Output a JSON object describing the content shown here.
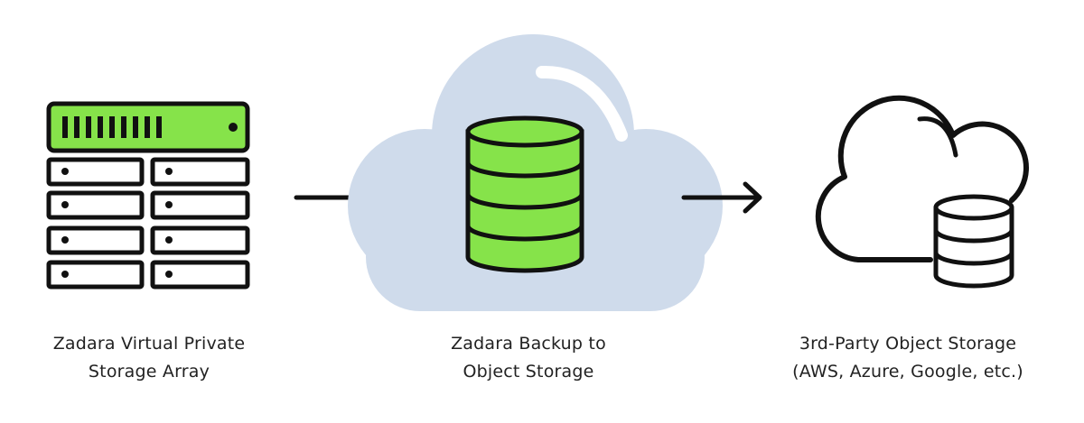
{
  "colors": {
    "accent_green": "#86e34a",
    "cloud_fill": "#cfdbeb",
    "outline": "#111111",
    "text": "#222222"
  },
  "nodes": [
    {
      "id": "vpsa",
      "icon": "server-rack-icon",
      "caption_lines": [
        "Zadara Virtual Private",
        "Storage Array"
      ]
    },
    {
      "id": "backup",
      "icon": "cloud-database-icon",
      "caption_lines": [
        "Zadara Backup to",
        "Object Storage"
      ]
    },
    {
      "id": "third_party",
      "icon": "cloud-storage-icon",
      "caption_lines": [
        "3rd-Party Object Storage",
        "(AWS, Azure, Google, etc.)"
      ]
    }
  ],
  "edges": [
    {
      "from": "vpsa",
      "to": "backup",
      "icon": "arrow-right-icon"
    },
    {
      "from": "backup",
      "to": "third_party",
      "icon": "arrow-right-icon"
    }
  ]
}
